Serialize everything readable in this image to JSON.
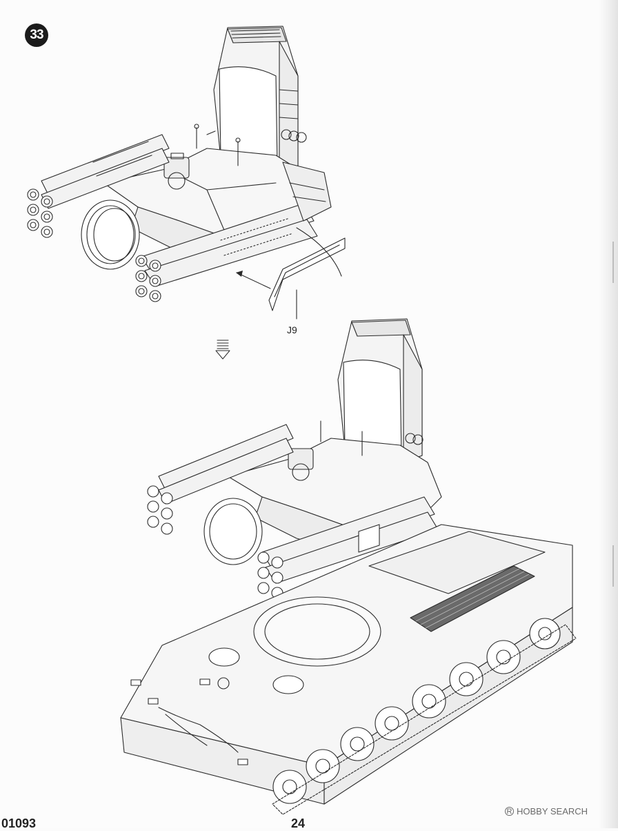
{
  "step": {
    "number": "33"
  },
  "callout": {
    "part": "J9"
  },
  "footer": {
    "kit_code": "01093",
    "page_number": "24"
  },
  "watermark": {
    "text": "HOBBY SEARCH",
    "icon": "registered-mark-icon"
  }
}
